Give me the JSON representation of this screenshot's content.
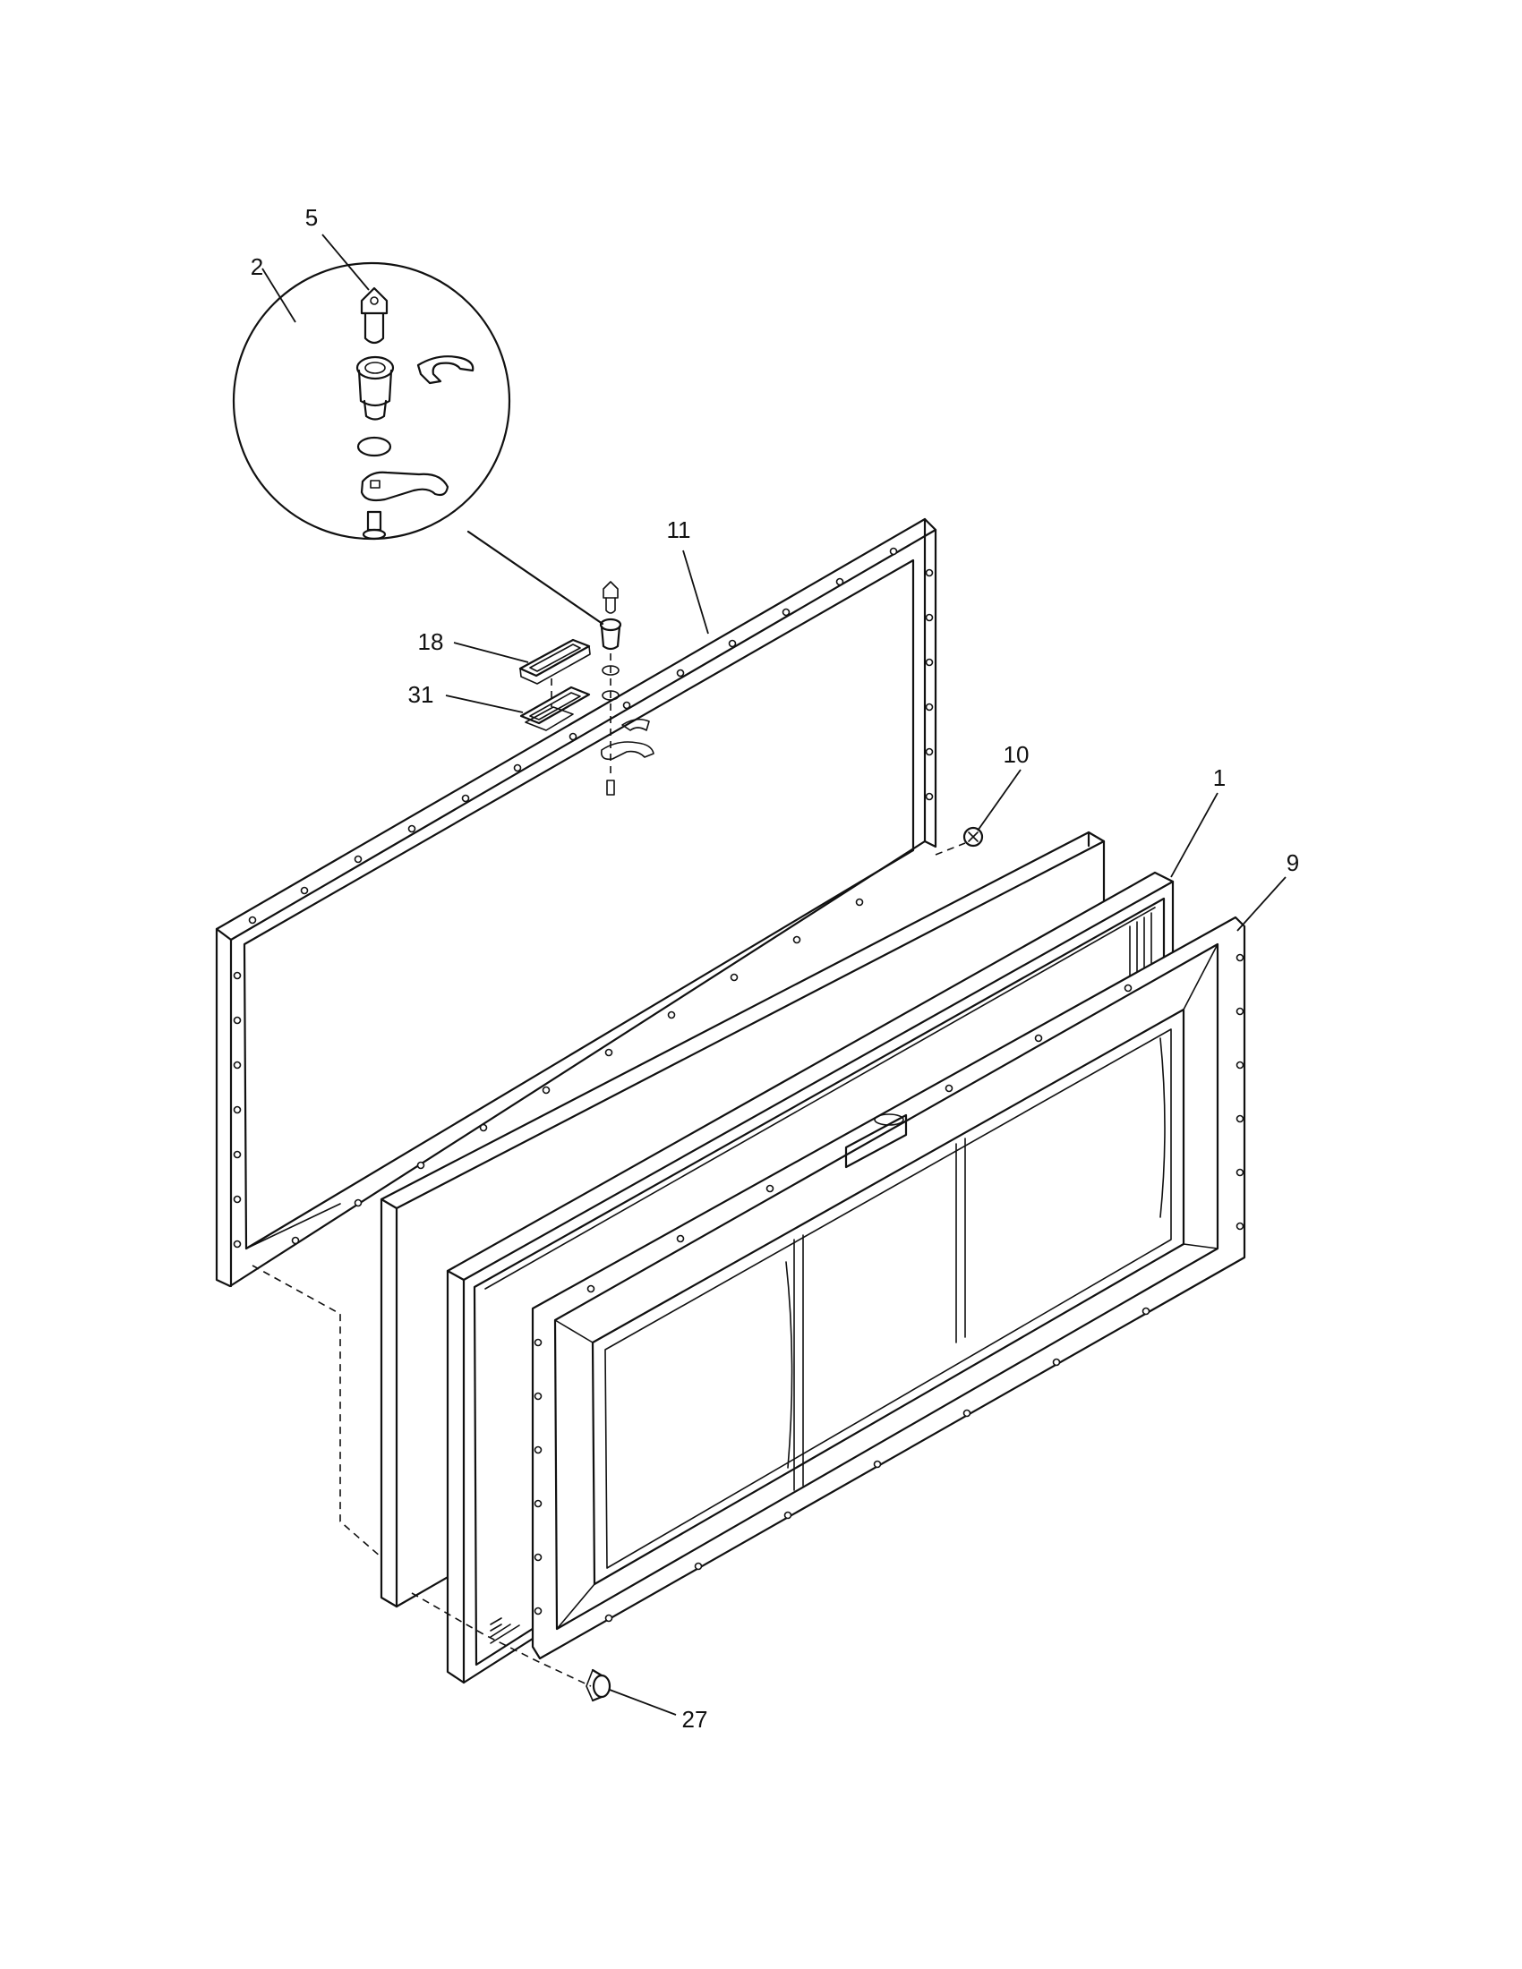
{
  "diagram": {
    "callouts": [
      {
        "id": "callout-5",
        "label": "5"
      },
      {
        "id": "callout-2",
        "label": "2"
      },
      {
        "id": "callout-11",
        "label": "11"
      },
      {
        "id": "callout-18",
        "label": "18"
      },
      {
        "id": "callout-31",
        "label": "31"
      },
      {
        "id": "callout-10",
        "label": "10"
      },
      {
        "id": "callout-1",
        "label": "1"
      },
      {
        "id": "callout-9",
        "label": "9"
      },
      {
        "id": "callout-27",
        "label": "27"
      }
    ]
  }
}
